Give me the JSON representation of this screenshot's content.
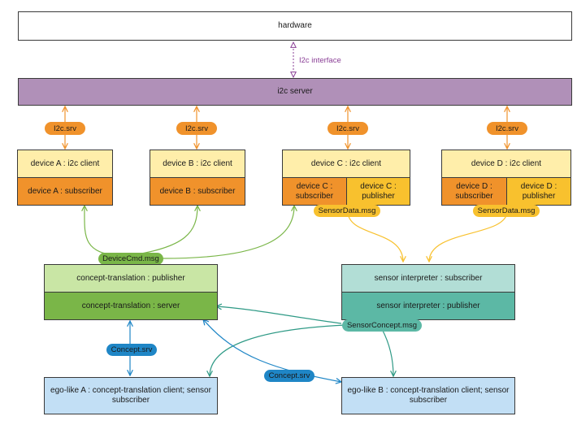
{
  "colors": {
    "hardware": "#ffffff",
    "server": "#b090b8",
    "client_light": "#ffeeaa",
    "orange": "#f0922b",
    "yellow": "#f8c12e",
    "green_light": "#c9e6a5",
    "green": "#7ab648",
    "teal_light": "#b2ded6",
    "teal": "#5cb8a5",
    "blue_light": "#c2dff5",
    "blue": "#1f86c6",
    "purple": "#8a3e96"
  },
  "hardware": {
    "label": "hardware"
  },
  "i2c_interface": {
    "label": "I2c interface"
  },
  "i2c_server": {
    "label": "i2c server"
  },
  "srv_labels": [
    "I2c.srv",
    "I2c.srv",
    "I2c.srv",
    "I2c.srv"
  ],
  "devices": [
    {
      "client": "device A : i2c client",
      "subscriber": "device A : subscriber"
    },
    {
      "client": "device B : i2c client",
      "subscriber": "device B : subscriber"
    },
    {
      "client": "device C : i2c client",
      "subscriber": "device C : subscriber",
      "publisher": "device C : publisher"
    },
    {
      "client": "device D : i2c client",
      "subscriber": "device D : subscriber",
      "publisher": "device D : publisher"
    }
  ],
  "sensor_data_labels": [
    "SensorData.msg",
    "SensorData.msg"
  ],
  "device_cmd": {
    "label": "DeviceCmd.msg"
  },
  "concept_translation": {
    "publisher": "concept-translation : publisher",
    "server": "concept-translation : server"
  },
  "sensor_interpreter": {
    "subscriber": "sensor interpreter : subscriber",
    "publisher": "sensor interpreter : publisher"
  },
  "sensor_concept": {
    "label": "SensorConcept.msg"
  },
  "concept_srv_labels": [
    "Concept.srv",
    "Concept.srv"
  ],
  "ego_like": [
    {
      "label": "ego-like A : concept-translation client; sensor subscriber"
    },
    {
      "label": "ego-like B : concept-translation client; sensor subscriber"
    }
  ]
}
